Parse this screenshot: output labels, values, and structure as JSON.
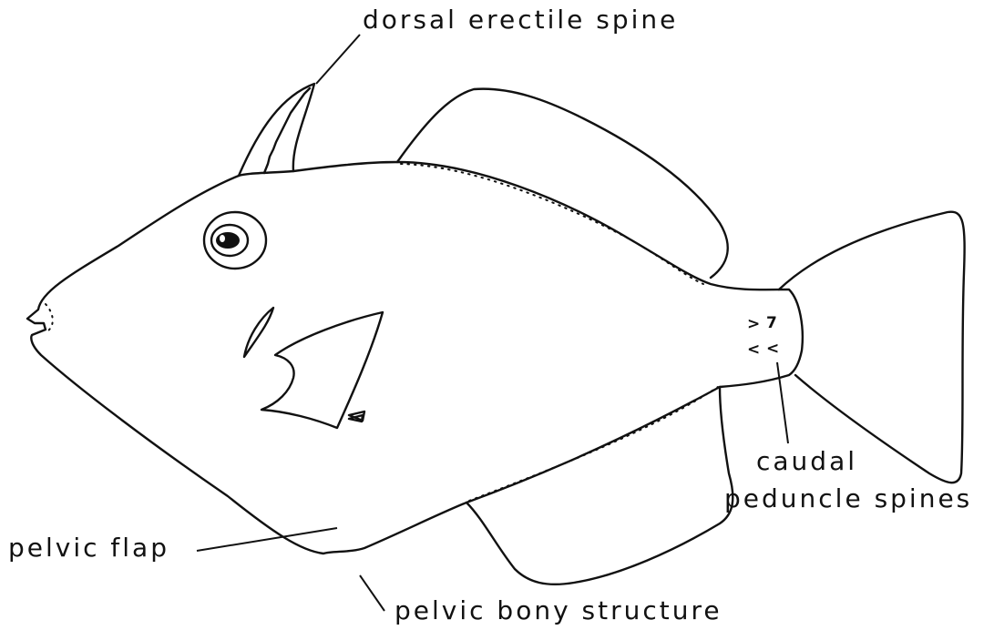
{
  "labels": {
    "dorsal_spine": "dorsal erectile spine",
    "caudal_line1": "caudal",
    "caudal_line2": "peduncle spines",
    "pelvic_flap": "pelvic flap",
    "pelvic_bony": "pelvic bony structure"
  },
  "colors": {
    "ink": "#111111",
    "paper": "#ffffff"
  }
}
